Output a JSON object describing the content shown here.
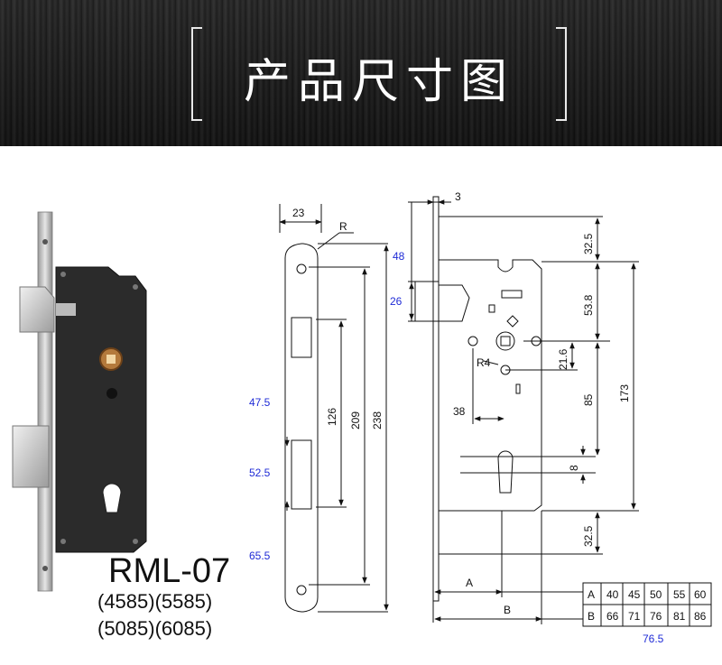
{
  "header": {
    "title": "产品尺寸图"
  },
  "product": {
    "model": "RML-07",
    "variants_row1": "(4585)(5585)",
    "variants_row2": "(5085)(6085)"
  },
  "dims": {
    "d23": "23",
    "dR": "R",
    "d48": "48",
    "d26": "26",
    "d3": "3",
    "d47_5": "47.5",
    "d52_5": "52.5",
    "d65_5": "65.5",
    "d126": "126",
    "d209": "209",
    "d238": "238",
    "d32_5a": "32.5",
    "d53_8": "53.8",
    "d21_6": "21.6",
    "dR4": "R4",
    "d38": "38",
    "d85": "85",
    "d173": "173",
    "d8": "8",
    "d32_5b": "32.5",
    "dA": "A",
    "dB": "B"
  },
  "table": {
    "rows": [
      {
        "label": "A",
        "values": [
          "40",
          "45",
          "50",
          "55",
          "60"
        ]
      },
      {
        "label": "B",
        "values": [
          "66",
          "71",
          "76",
          "81",
          "86"
        ]
      }
    ],
    "note": "76.5"
  },
  "colors": {
    "blue_dims": "#1f2bd6",
    "lock_body": "#2b2b2b",
    "faceplate": "#c8c8c8"
  }
}
